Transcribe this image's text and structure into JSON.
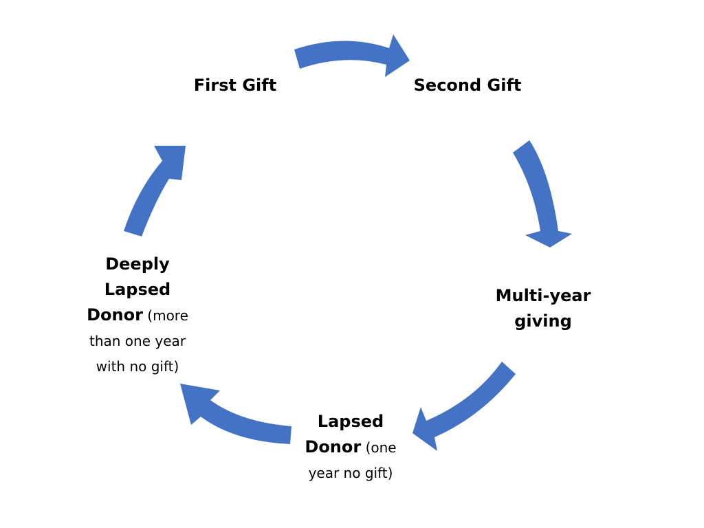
{
  "diagram": {
    "arrow_color": "#4472C4",
    "nodes": {
      "first_gift": {
        "title": "First Gift"
      },
      "second_gift": {
        "title": "Second Gift"
      },
      "multi_year": {
        "title_line1": "Multi-year",
        "title_line2": "giving"
      },
      "lapsed": {
        "title_line1": "Lapsed",
        "title_line2": "Donor",
        "note_inline": " (one",
        "note_line": "year no gift)"
      },
      "deeply_lapsed": {
        "title_line1": "Deeply",
        "title_line2": "Lapsed",
        "title_line3": "Donor",
        "note_inline": " (more",
        "note_line1": "than one year",
        "note_line2": "with no gift)"
      }
    }
  }
}
